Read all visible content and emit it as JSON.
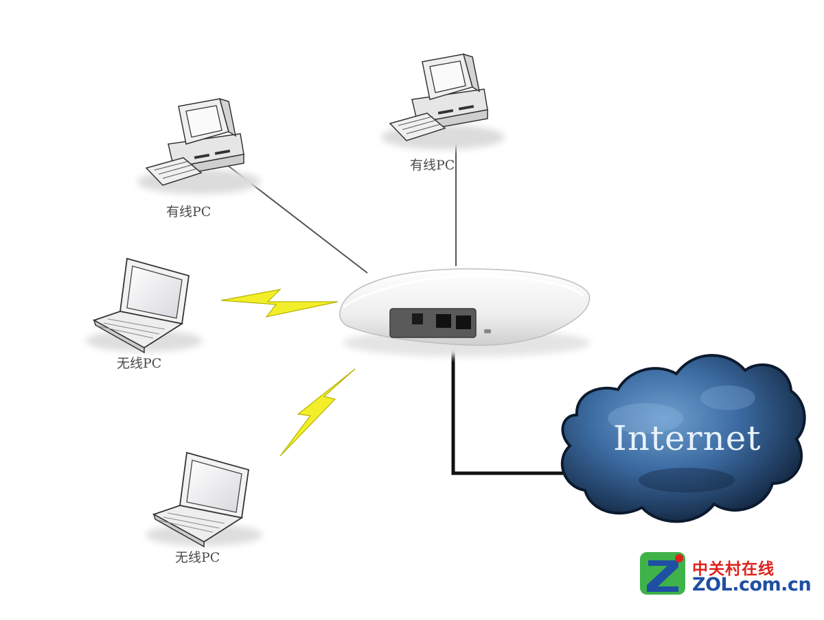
{
  "labels": {
    "wired_pc_left": "有线PC",
    "wired_pc_top": "有线PC",
    "wireless_pc_upper": "无线PC",
    "wireless_pc_lower": "无线PC",
    "cloud": "Internet"
  },
  "watermark": {
    "logo_letter": "Z",
    "text_cn": "中关村在线",
    "text_en": "ZOL.com.cn"
  },
  "colors": {
    "link_line": "#444444",
    "wan_line": "#111111",
    "lightning": "#f2ef2a",
    "cloud_dark": "#0d1d33",
    "cloud_light": "#4d7fb4",
    "logo_green": "#3fb24a",
    "logo_blue": "#1f4fa3",
    "logo_red": "#e0201b"
  }
}
